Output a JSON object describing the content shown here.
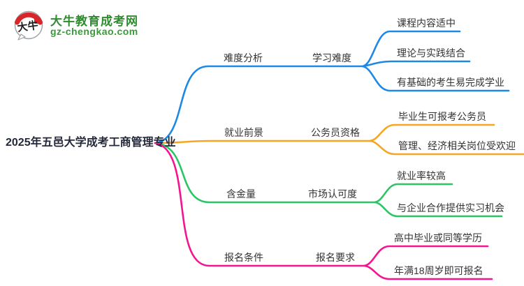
{
  "logo": {
    "icon_text": "大牛",
    "site_name": "大牛教育成考网",
    "site_domain": "gz-chengkao.com",
    "brand_green": "#2e8b2e",
    "seal_red": "#d8272a"
  },
  "root": {
    "label": "2025年五邑大学成考工商管理专业"
  },
  "branches": [
    {
      "color": "#1E88E5",
      "level2": "难度分析",
      "level3": "学习难度",
      "leaves": [
        "课程内容适中",
        "理论与实践结合",
        "有基础的考生易完成学业"
      ]
    },
    {
      "color": "#F5A623",
      "level2": "就业前景",
      "level3": "公务员资格",
      "leaves": [
        "毕业生可报考公务员",
        "管理、经济相关岗位受欢迎"
      ]
    },
    {
      "color": "#2BC566",
      "level2": "含金量",
      "level3": "市场认可度",
      "leaves": [
        "就业率较高",
        "与企业合作提供实习机会"
      ]
    },
    {
      "color": "#F5148F",
      "level2": "报名条件",
      "level3": "报名要求",
      "leaves": [
        "高中毕业或同等学历",
        "年满18周岁即可报名"
      ]
    }
  ]
}
